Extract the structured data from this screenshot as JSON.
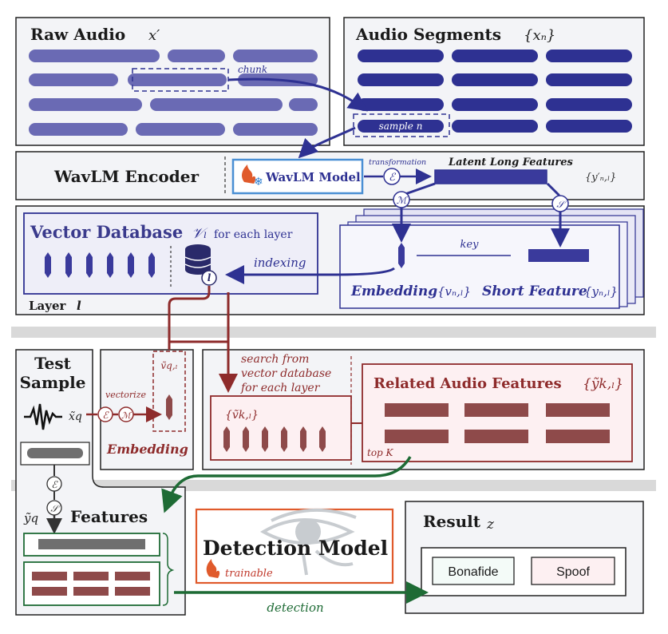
{
  "raw_audio": {
    "title": "Raw Audio",
    "symbol": "x′",
    "chunk_label": "chunk"
  },
  "audio_segments": {
    "title": "Audio Segments",
    "symbol": "{xₙ}",
    "sample_label": "sample n"
  },
  "encoder": {
    "title": "WavLM Encoder",
    "model_label": "WavLM Model",
    "transformation_label": "transformation",
    "latent_label": "Latent Long Features",
    "latent_symbol": "{y′ₙ,ₗ}",
    "op_e": "ℰ",
    "op_m": "ℳ",
    "op_s": "𝒮"
  },
  "vector_db": {
    "title": "Vector Database",
    "symbol": "𝒱ₗ",
    "subtitle": "for each layer",
    "indexing_label": "indexing",
    "layer_label": "Layer",
    "layer_symbol": "l",
    "db_symbol": "l",
    "key_label": "key",
    "embedding_label": "Embedding",
    "embedding_symbol": "{vₙ,ₗ}",
    "short_label": "Short Feature",
    "short_symbol": "{yₙ,ₗ}"
  },
  "test": {
    "title_line1": "Test",
    "title_line2": "Sample",
    "vectorize_label": "vectorize",
    "xq_symbol": "x̃q",
    "embed_symbol": "ṽq,ₗ",
    "embedding_label": "Embedding",
    "features_label": "Features",
    "yq_symbol": "ỹq"
  },
  "search": {
    "line1": "search from",
    "line2": "vector database",
    "line3": "for each layer",
    "vk_symbol": "{ṽk,ₗ}",
    "related_title": "Related Audio Features",
    "related_symbol": "{ỹk,ₗ}",
    "topk_label": "top K"
  },
  "detection": {
    "title": "Detection Model",
    "trainable_label": "trainable",
    "detection_label": "detection"
  },
  "result": {
    "title": "Result",
    "symbol": "z",
    "bonafide": "Bonafide",
    "spoof": "Spoof"
  },
  "colors": {
    "blue_dark": "#2e3192",
    "blue_bar": "#5b5ba8",
    "red_dark": "#8e2b2b",
    "red_bar": "#8e4a4a",
    "green": "#1e6b35",
    "panel_bg": "#f3f4f7",
    "pink_bg": "#fdf0f2"
  }
}
